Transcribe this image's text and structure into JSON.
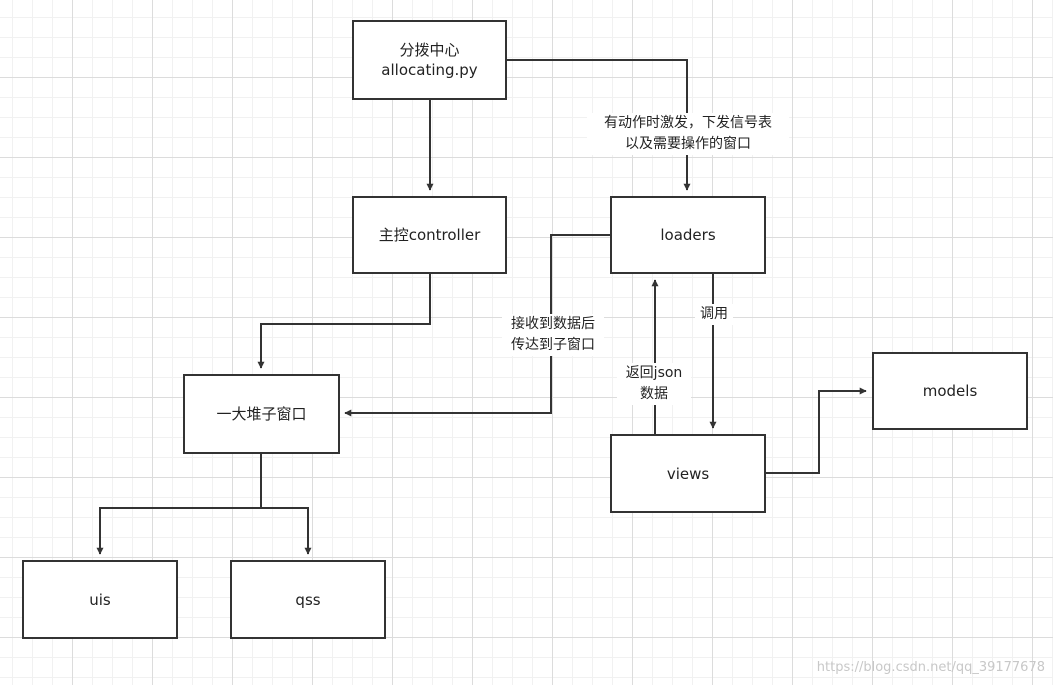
{
  "nodes": {
    "allocating": {
      "line1": "分拨中心",
      "line2": "allocating.py"
    },
    "controller": {
      "label": "主控controller"
    },
    "loaders": {
      "label": "loaders"
    },
    "windows": {
      "label": "一大堆子窗口"
    },
    "views": {
      "label": "views"
    },
    "models": {
      "label": "models"
    },
    "uis": {
      "label": "uis"
    },
    "qss": {
      "label": "qss"
    }
  },
  "edge_labels": {
    "trigger": {
      "line1": "有动作时激发，下发信号表",
      "line2": "以及需要操作的窗口"
    },
    "forward": {
      "line1": "接收到数据后",
      "line2": "传达到子窗口"
    },
    "call": {
      "label": "调用"
    },
    "return_json": {
      "line1": "返回json",
      "line2": "数据"
    }
  },
  "watermark": "https://blog.csdn.net/qq_39177678",
  "colors": {
    "stroke": "#333333",
    "text": "#222222",
    "grid_major": "#dcdcdc",
    "grid_minor": "#f1f1f1",
    "watermark": "#c8c8c8"
  }
}
